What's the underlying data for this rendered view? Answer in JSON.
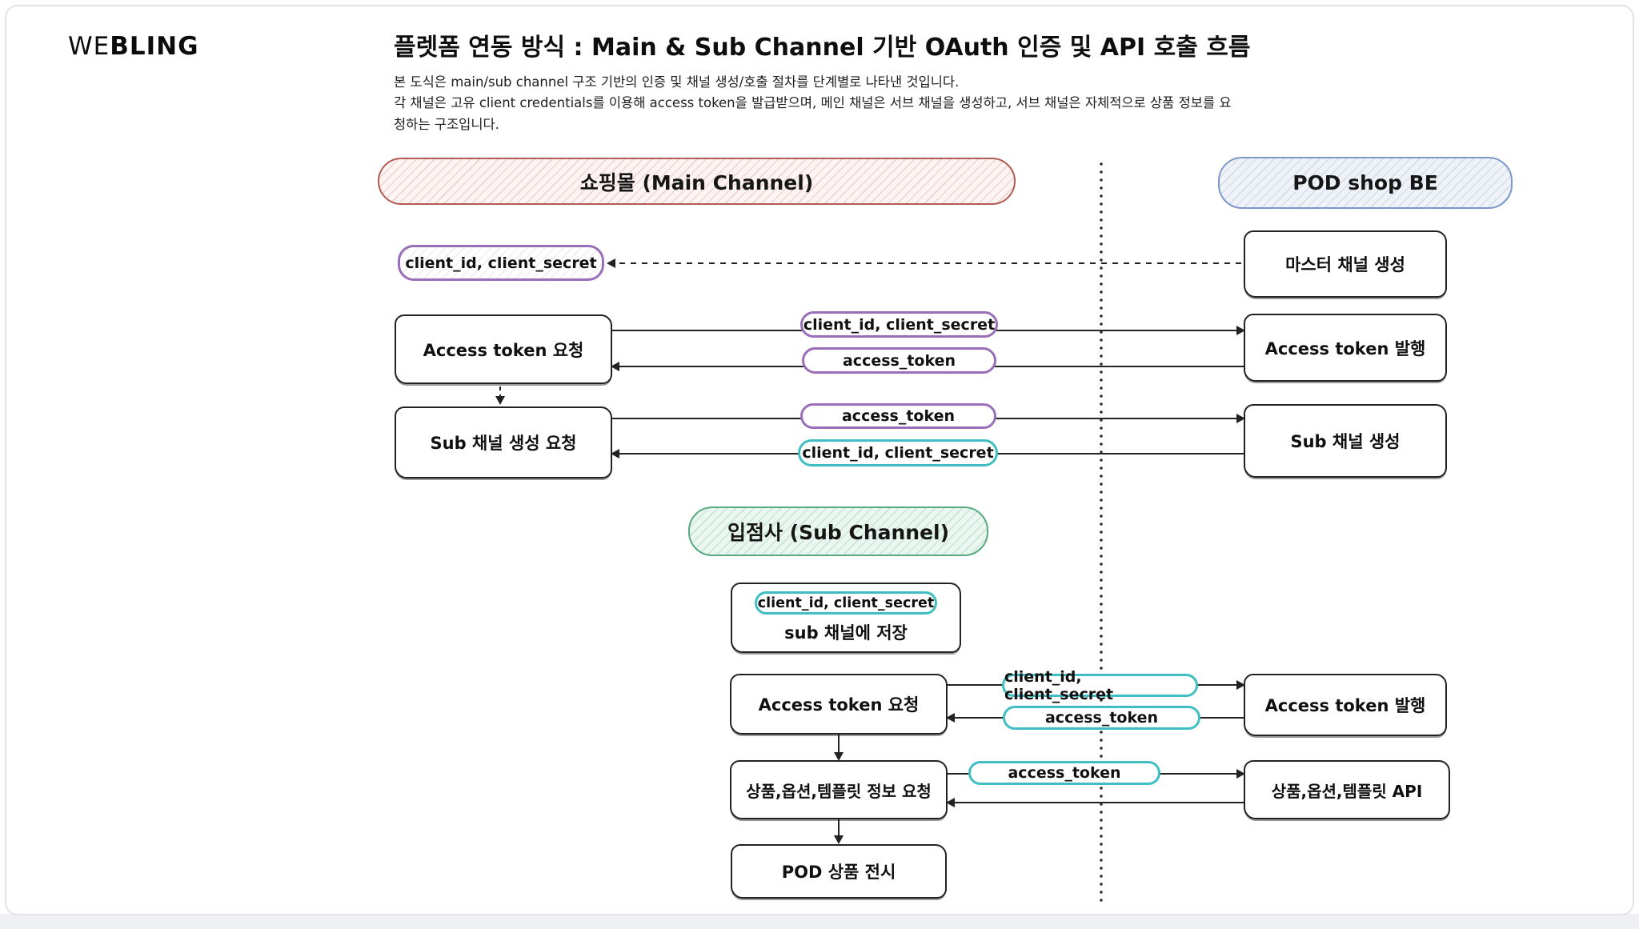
{
  "brand": {
    "we": "WE",
    "bling": "BLING"
  },
  "doc": {
    "title": "플렛폼 연동 방식 : Main & Sub Channel 기반 OAuth 인증 및 API 호출 흐름",
    "desc1": "본 도식은 main/sub channel 구조 기반의 인증 및 채널 생성/호출 절차를 단계별로 나타낸 것입니다.",
    "desc2": "각 채널은 고유 client credentials를 이용해 access token을 발급받으며, 메인 채널은 서브 채널을 생성하고, 서브 채널은 자체적으로 상품 정보를 요청하는 구조입니다."
  },
  "lanes": {
    "main": "쇼핑몰 (Main Channel)",
    "pod": "POD shop BE",
    "sub": "입점사 (Sub Channel)"
  },
  "labels": {
    "master_create": "마스터 채널 생성",
    "token_request": "Access token 요청",
    "token_issue": "Access token 발행",
    "sub_create_request": "Sub 채널 생성 요청",
    "sub_create": "Sub 채널 생성",
    "store_in_sub": "sub 채널에 저장",
    "product_request": "상품,옵션,템플릿 정보 요청",
    "product_api": "상품,옵션,템플릿 API",
    "pod_display": "POD 상품 전시",
    "credentials": "client_id, client_secret",
    "token": "access_token"
  },
  "colors": {
    "main_border": "#b25b54",
    "main_fill": "#fdf4f3",
    "pod_border": "#7d98c8",
    "pod_fill": "#eff2f7",
    "sub_border": "#58a97f",
    "sub_fill": "#eaf6f0",
    "purple": "#9a6fb8",
    "teal": "#3fbfc3",
    "ink": "#222222"
  }
}
